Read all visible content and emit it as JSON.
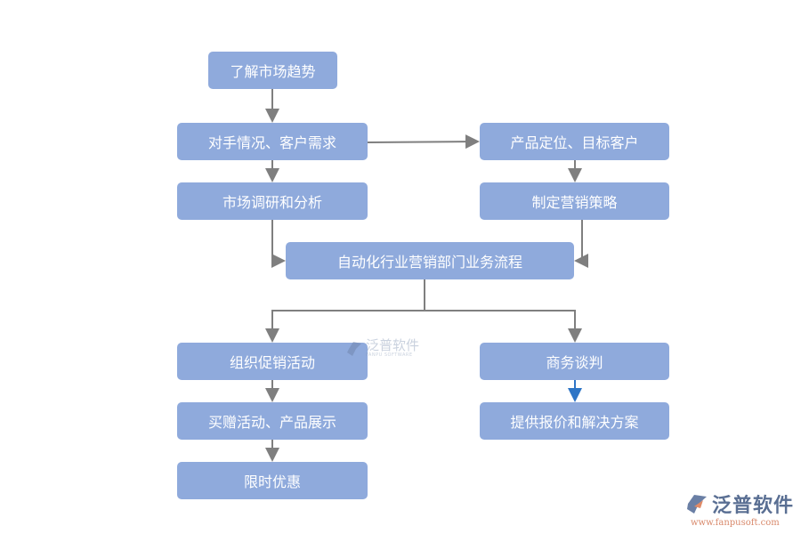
{
  "nodes": {
    "n1": "了解市场趋势",
    "n2": "对手情况、客户需求",
    "n3": "市场调研和分析",
    "n4": "产品定位、目标客户",
    "n5": "制定营销策略",
    "n6": "自动化行业营销部门业务流程",
    "n7": "组织促销活动",
    "n8": "买赠活动、产品展示",
    "n9": "限时优惠",
    "n10": "商务谈判",
    "n11": "提供报价和解决方案"
  },
  "watermark": {
    "name": "泛普软件",
    "sub": "FANPU SOFTWARE"
  },
  "logo": {
    "name": "泛普软件",
    "url": "www.fanpusoft.com"
  },
  "colors": {
    "box": "#8faadc",
    "line": "#7f7f7f",
    "accent_arrow": "#2e75c6"
  }
}
